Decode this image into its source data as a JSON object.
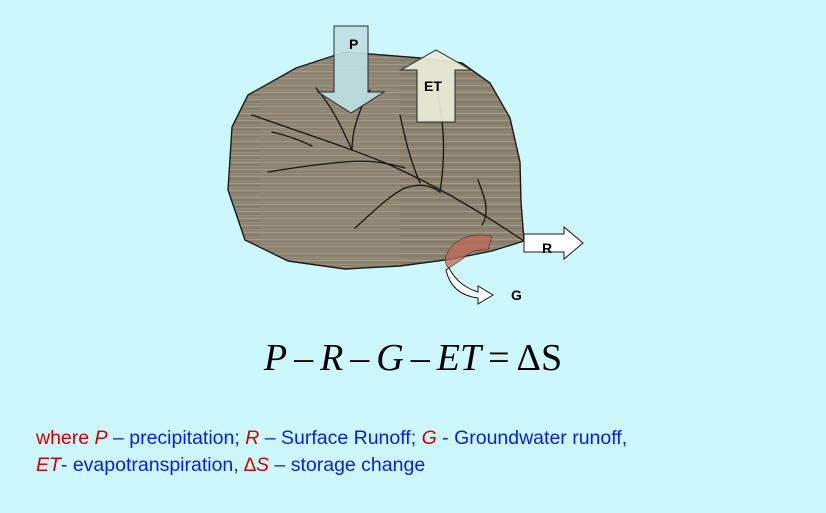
{
  "diagram": {
    "labels": {
      "precipitation": "P",
      "evapotranspiration": "ET",
      "surface_runoff": "R",
      "groundwater": "G"
    },
    "colors": {
      "background": "#ccf8fd",
      "watershed_fill": "#8c8470",
      "watershed_stroke": "#1a1a1a",
      "precip_arrow": "#bfe0e2",
      "et_arrow": "#e8ecd8",
      "gw_band": "#c06a5a"
    }
  },
  "equation": {
    "p": "P",
    "minus1": "–",
    "r": "R",
    "minus2": "–",
    "g": "G",
    "minus3": "–",
    "et": "ET",
    "equals": "=",
    "delta_s": "ΔS"
  },
  "legend": {
    "line1": {
      "where": "where ",
      "p": "P",
      "p_desc": " – precipitation; ",
      "r": "R",
      "r_desc": " – Surface Runoff; ",
      "g": "G",
      "g_desc": " - Groundwater runoff,"
    },
    "line2": {
      "et": "ET",
      "et_desc": "- evapotranspiration, ",
      "ds": "∆S",
      "ds_desc": " – storage change"
    }
  }
}
